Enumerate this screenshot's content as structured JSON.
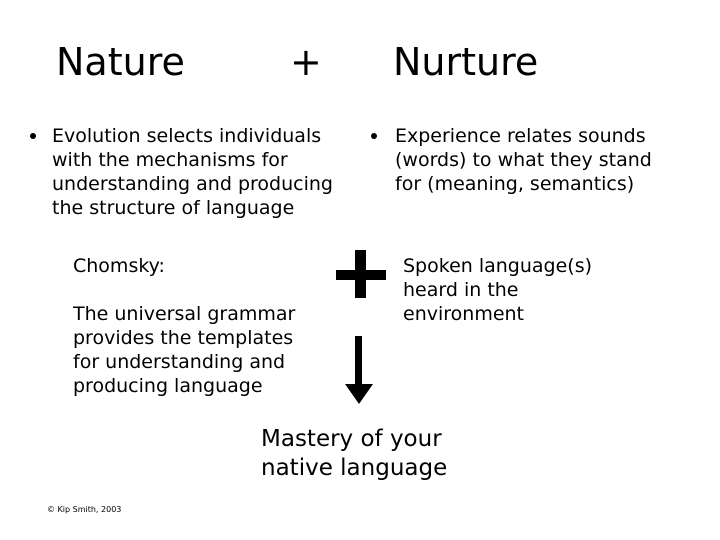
{
  "header": {
    "left_title": "Nature",
    "operator": "+",
    "right_title": "Nurture"
  },
  "left_column": {
    "bullet": "Evolution selects individuals with the mechanisms for understanding and producing the structure of language",
    "bullet_lines": [
      "Evolution selects individuals",
      "with the mechanisms for",
      "understanding and producing",
      "the structure of language"
    ],
    "quote_label": "Chomsky:",
    "quote_lines": [
      "The universal grammar",
      "provides the templates",
      "for understanding and",
      "producing language"
    ]
  },
  "right_column": {
    "bullet_lines": [
      "Experience relates sounds",
      "(words) to what they stand",
      "for (meaning, semantics)"
    ],
    "input_lines": [
      "Spoken language(s)",
      "heard in the",
      "environment"
    ]
  },
  "connectors": {
    "plus_icon": "plus-icon",
    "arrow_icon": "arrow-down-icon"
  },
  "result": {
    "lines": [
      "Mastery of your",
      "native language"
    ]
  },
  "footer": {
    "credit": "© Kip Smith, 2003"
  }
}
